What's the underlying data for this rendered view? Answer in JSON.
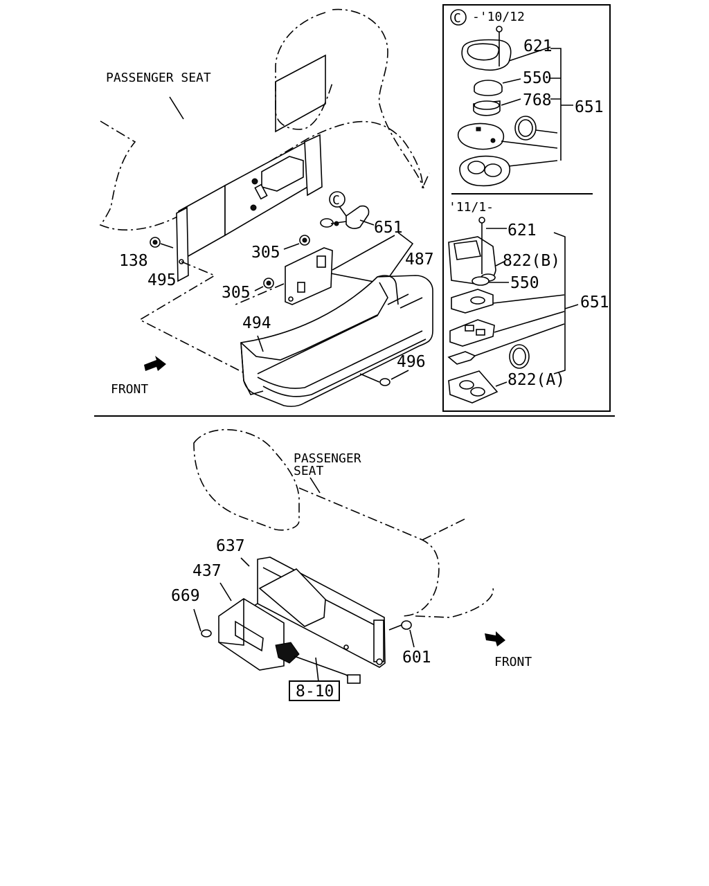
{
  "upper": {
    "seat_label": "PASSENGER SEAT",
    "front_label": "FRONT",
    "callouts": {
      "p138": "138",
      "p495": "495",
      "p305a": "305",
      "p305b": "305",
      "p487": "487",
      "p651": "651",
      "p494": "494",
      "p496": "496"
    },
    "ref_circle": "C"
  },
  "inset": {
    "header_circle": "C",
    "header_date": "-'10/12",
    "date2": "'11/1-",
    "callouts_a": {
      "p621": "621",
      "p550": "550",
      "p768": "768",
      "p651": "651"
    },
    "callouts_b": {
      "p621": "621",
      "p822b": "822(B)",
      "p550": "550",
      "p651": "651",
      "p822a": "822(A)"
    }
  },
  "lower": {
    "seat_label_1": "PASSENGER",
    "seat_label_2": "SEAT",
    "front_label": "FRONT",
    "callouts": {
      "p637": "637",
      "p437": "437",
      "p669": "669",
      "p601": "601"
    },
    "ref_box": "8-10"
  }
}
